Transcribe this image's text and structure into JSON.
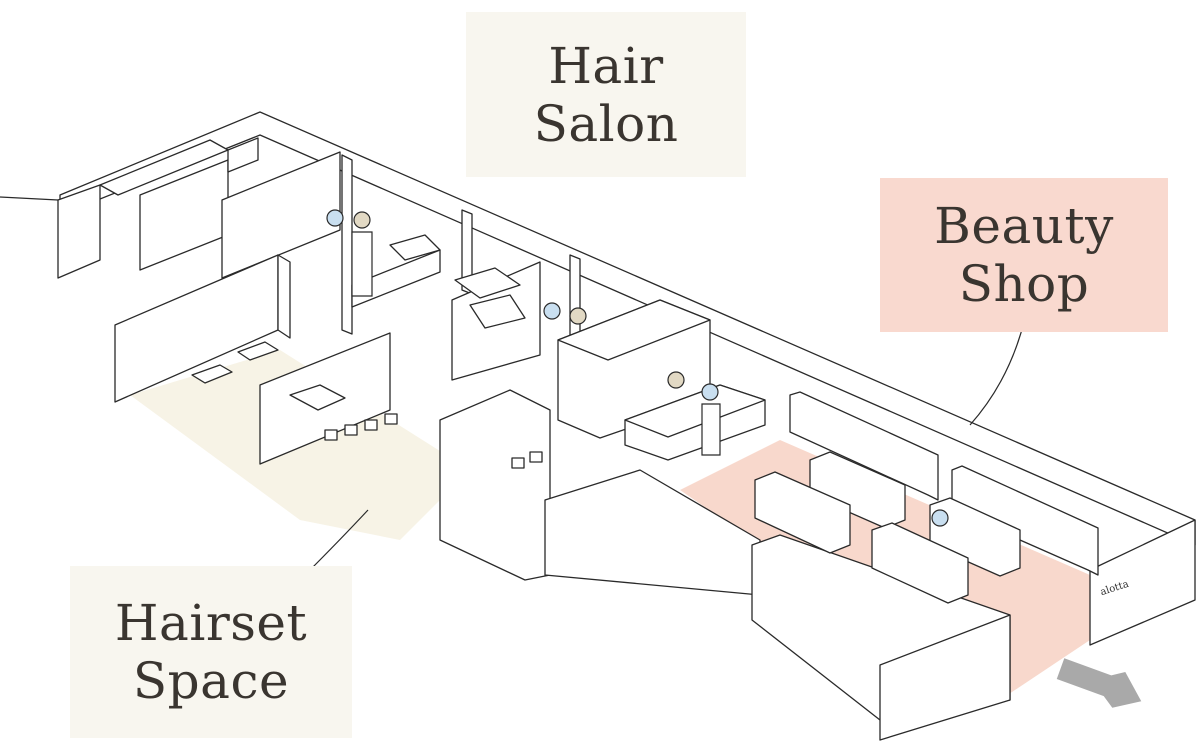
{
  "labels": {
    "hair_salon": {
      "line1": "Hair",
      "line2": "Salon"
    },
    "beauty_shop": {
      "line1": "Beauty",
      "line2": "Shop"
    },
    "hairset_space": {
      "line1": "Hairset",
      "line2": "Space"
    }
  },
  "shop_sign": "alotta",
  "colors": {
    "beige_label": "#f8f6ef",
    "pink_label": "#f9d9cf",
    "pink_floor": "#f8d8cc",
    "beige_floor": "#f7f3e6",
    "line": "#2a2a2a",
    "hair_blue": "#c9dff0",
    "hair_beige": "#e2d9c4",
    "arrow": "#a9a9a9"
  }
}
